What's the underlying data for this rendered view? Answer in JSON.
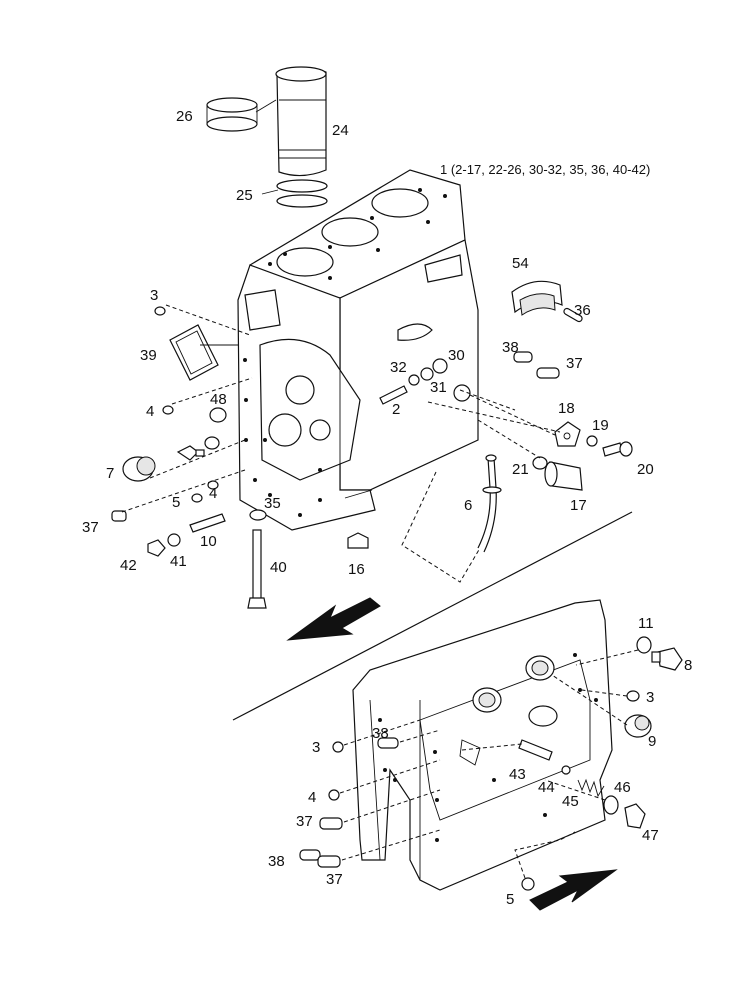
{
  "header_note": "1 (2-17, 22-26, 30-32, 35, 36, 40-42)",
  "callouts": {
    "c2": "2",
    "c3a": "3",
    "c3b": "3",
    "c3c": "3",
    "c4a": "4",
    "c4b": "4",
    "c4c": "4",
    "c5a": "5",
    "c5b": "5",
    "c6": "6",
    "c7": "7",
    "c8": "8",
    "c9": "9",
    "c10": "10",
    "c11": "11",
    "c16": "16",
    "c17": "17",
    "c18": "18",
    "c19": "19",
    "c20": "20",
    "c21": "21",
    "c24": "24",
    "c25": "25",
    "c26": "26",
    "c30": "30",
    "c31": "31",
    "c32": "32",
    "c35": "35",
    "c36": "36",
    "c37a": "37",
    "c37b": "37",
    "c37c": "37",
    "c37d": "37",
    "c38a": "38",
    "c38b": "38",
    "c38c": "38",
    "c39": "39",
    "c40": "40",
    "c41": "41",
    "c42": "42",
    "c43": "43",
    "c44": "44",
    "c45": "45",
    "c46": "46",
    "c47": "47",
    "c48": "48",
    "c54": "54"
  },
  "arrows": [
    "view-direction-top",
    "view-direction-bottom"
  ]
}
